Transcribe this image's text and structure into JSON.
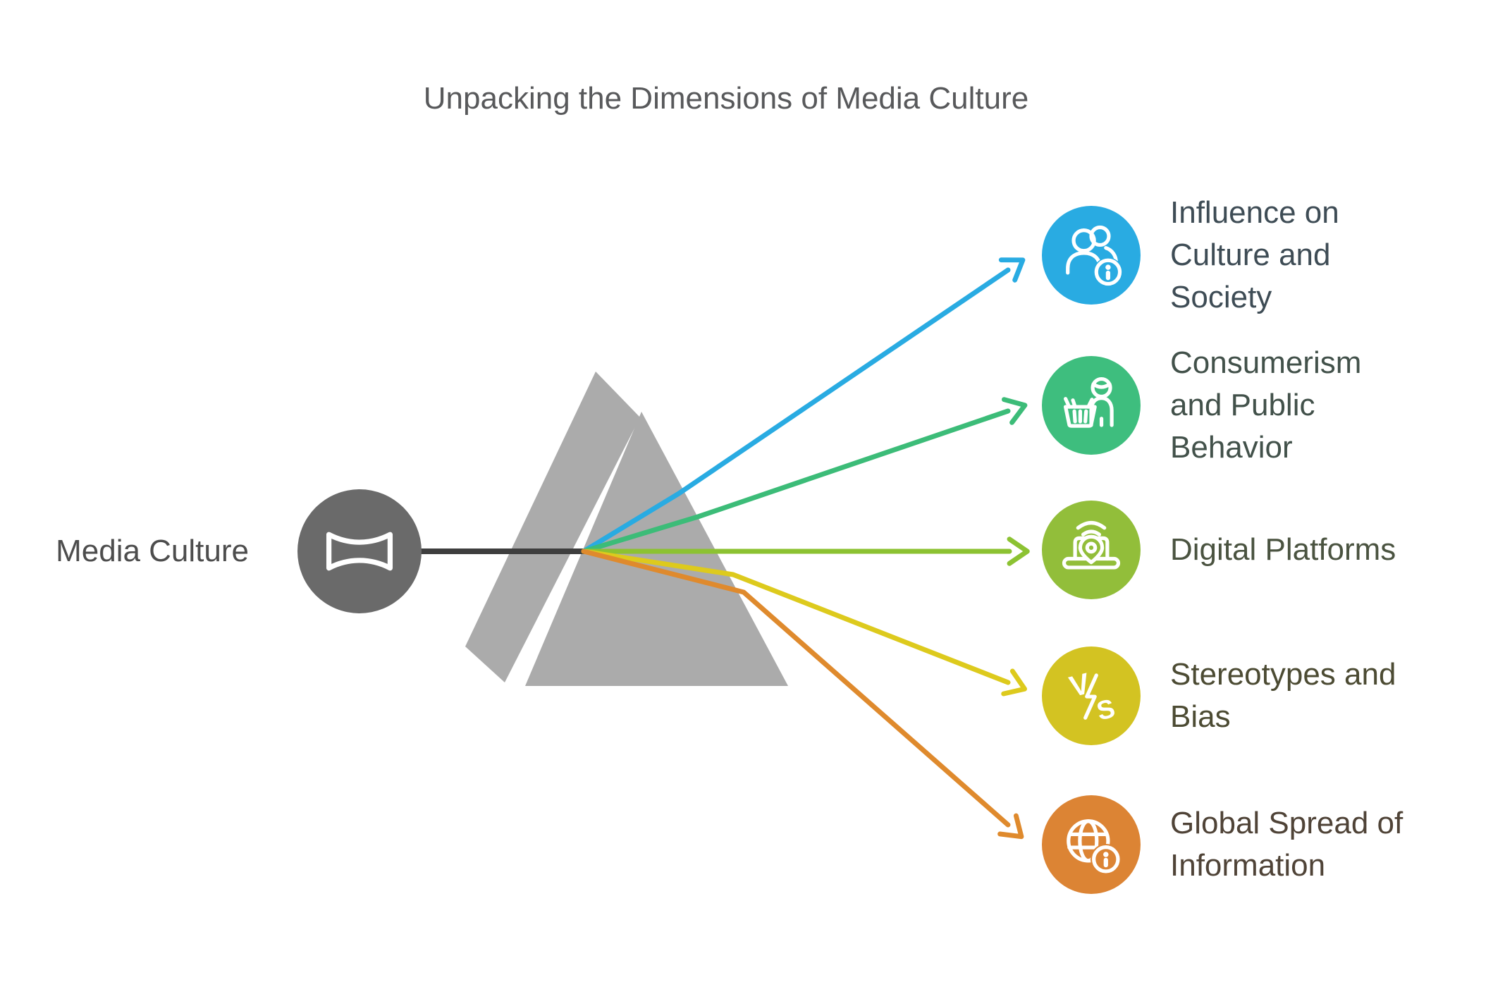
{
  "title": {
    "text": "Unpacking the Dimensions of Media Culture",
    "color": "#58595B"
  },
  "source": {
    "label": "Media Culture",
    "label_color": "#4D4D4D",
    "circle_color": "#6A6A6A",
    "connector_color": "#3E3E3E",
    "icon": "panorama-icon"
  },
  "prism": {
    "fill": "#ABABAB"
  },
  "items": [
    {
      "label": "Influence on Culture and Society",
      "lines": [
        "Influence on",
        "Culture and",
        "Society"
      ],
      "circle_color": "#29ABE2",
      "ray_color": "#29ABE2",
      "text_color": "#3E4C55",
      "icon": "people-info-icon"
    },
    {
      "label": "Consumerism and Public Behavior",
      "lines": [
        "Consumerism",
        "and Public",
        "Behavior"
      ],
      "circle_color": "#3EBE7E",
      "ray_color": "#3CBC78",
      "text_color": "#42514A",
      "icon": "shopper-basket-icon"
    },
    {
      "label": "Digital Platforms",
      "lines": [
        "Digital Platforms"
      ],
      "circle_color": "#92BE3A",
      "ray_color": "#8CC232",
      "text_color": "#4A5340",
      "icon": "laptop-location-icon"
    },
    {
      "label": "Stereotypes and Bias",
      "lines": [
        "Stereotypes and",
        "Bias"
      ],
      "circle_color": "#D3C322",
      "ray_color": "#DDCA1D",
      "text_color": "#4C4B33",
      "icon": "versus-icon",
      "glyph_v": "V",
      "glyph_s": "S"
    },
    {
      "label": "Global Spread of Information",
      "lines": [
        "Global Spread of",
        "Information"
      ],
      "circle_color": "#DC8434",
      "ray_color": "#DF8A2D",
      "text_color": "#4F4337",
      "icon": "globe-info-icon"
    }
  ]
}
